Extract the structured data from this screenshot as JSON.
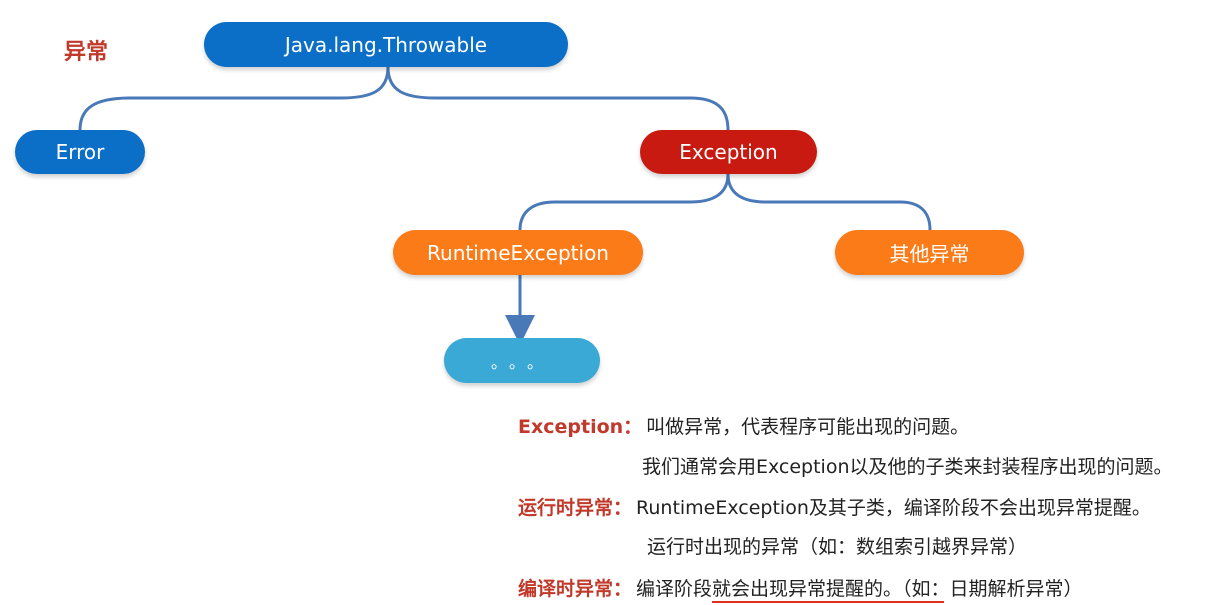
{
  "title": "异常",
  "nodes": {
    "throwable": "Java.lang.Throwable",
    "error": "Error",
    "exception": "Exception",
    "runtime": "RuntimeException",
    "other": "其他异常",
    "dots": "。。。"
  },
  "descriptions": {
    "exception_label": "Exception：",
    "exception_line1": "叫做异常，代表程序可能出现的问题。",
    "exception_line2": "我们通常会用Exception以及他的子类来封装程序出现的问题。",
    "runtime_label": "运行时异常：",
    "runtime_line1": "RuntimeException及其子类，编译阶段不会出现异常提醒。",
    "runtime_line2": "运行时出现的异常（如：数组索引越界异常）",
    "compile_label": "编译时异常：",
    "compile_line1": "编译阶段就会出现异常提醒的。（如：日期解析异常）"
  },
  "colors": {
    "title": "#c0392b",
    "blue_node": "#0b6fc7",
    "red_node": "#c81a10",
    "orange_node": "#fb7b18",
    "cyan_node": "#3aa9d6",
    "connector": "#4a79b8"
  }
}
